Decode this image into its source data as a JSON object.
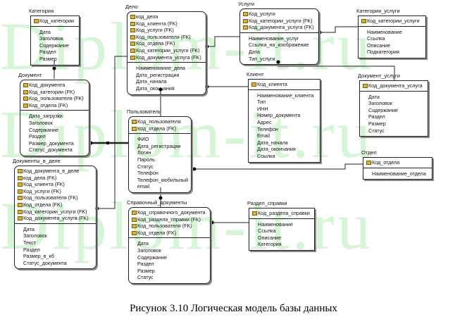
{
  "watermark": "Diplom-it.ru",
  "caption": "Рисунок 3.10 Логическая модель базы данных",
  "entities": [
    {
      "id": "kategoriya",
      "title": "Категория",
      "keys": [
        "Код_категории"
      ],
      "attrs": [
        "Дата",
        "Заголовок",
        "Содержание",
        "Раздел",
        "Размер"
      ]
    },
    {
      "id": "dokument",
      "title": "Документ",
      "keys": [
        "Код_документа",
        "Код_категории (FK)",
        "Код_пользователя (FK)",
        "Код_отдела (FK)"
      ],
      "attrs": [
        "Дата_загрузки",
        "Заголовок",
        "Содержание",
        "Раздел",
        "Размер_документа",
        "Статус_документа"
      ]
    },
    {
      "id": "delo",
      "title": "Дело",
      "keys": [
        "код_дела",
        "Код_клиента (FK)",
        "Код_услуги (FK)",
        "Код_пользователя (FK)",
        "Код_отдела (FK)",
        "Код_категории_услуги (FK)",
        "Код_документа_услуга (FK)"
      ],
      "attrs": [
        "Наименование_дела",
        "Дата_регистрации",
        "Дата_начала",
        "Дата_окончания"
      ]
    },
    {
      "id": "uslugi",
      "title": "Услуги",
      "keys": [
        "Код_услуги",
        "Код_категории_услуги (FK)",
        "Код_документа_услуга (FK)"
      ],
      "attrs": [
        "Наименование_услуг",
        "Ссылка_на_изображение",
        "Дата",
        "Тип_услуги"
      ]
    },
    {
      "id": "kategoriya-uslugi",
      "title": "Категория_услуги",
      "keys": [
        "Код_категории_услуги"
      ],
      "attrs": [
        "Наименование",
        "Ссылка",
        "Описание",
        "Подкатегория"
      ]
    },
    {
      "id": "klient",
      "title": "Клиент",
      "keys": [
        "Код_клиента"
      ],
      "attrs": [
        "Наименование_клиента",
        "Тип",
        "ИНН",
        "Номер_документа",
        "Адрес",
        "Телефон",
        "Email",
        "Дата_начала",
        "Дата_окончания",
        "Ссылка"
      ]
    },
    {
      "id": "dokument-uslugi",
      "title": "Документ_услуги",
      "keys": [
        "Код_документа_услуга"
      ],
      "attrs": [
        "Дата",
        "Заголовок",
        "Содержание",
        "Раздел",
        "Размер",
        "Статус"
      ]
    },
    {
      "id": "polzovatel",
      "title": "Пользователь",
      "keys": [
        "Код_пользователя",
        "Код_отдела (FK)"
      ],
      "attrs": [
        "ФИО",
        "Дата_регистрации",
        "Логин",
        "Пароль",
        "Статус",
        "Телефон",
        "Телефон_мобильный",
        "email"
      ]
    },
    {
      "id": "otdel",
      "title": "Отдел",
      "keys": [
        "Код_отдела"
      ],
      "attrs": [
        "Наименование_отдела"
      ]
    },
    {
      "id": "dokumenty-v-dele",
      "title": "Документы_в_деле",
      "keys": [
        "Код_документа_в_деле",
        "код_дела (FK)",
        "Код_клиента (FK)",
        "Код_услуги (FK)",
        "Код_пользователя (FK)",
        "Код_отдела (FK)",
        "Код_категории_услуги (FK)",
        "Код_документа_услуга (FK)"
      ],
      "attrs": [
        "Дата",
        "Заголовок",
        "Текст",
        "Раздел",
        "Размер_в_кб",
        "Статус_документа"
      ]
    },
    {
      "id": "spravochnyy-dokumenty",
      "title": "Справочный_документы",
      "keys": [
        "Код_справочного_документа",
        "Код_раздела_справки (FK)",
        "Код_пользователя (FK)",
        "Код_отдела (FK)"
      ],
      "attrs": [
        "Дата",
        "Заголовок",
        "Содержание",
        "Раздел",
        "Размер",
        "Статус"
      ]
    },
    {
      "id": "razdel-spravki",
      "title": "Раздел_справки",
      "keys": [
        "Код_раздела_справки"
      ],
      "attrs": [
        "Наименование",
        "Ссылка",
        "Описание",
        "Категория"
      ]
    }
  ]
}
